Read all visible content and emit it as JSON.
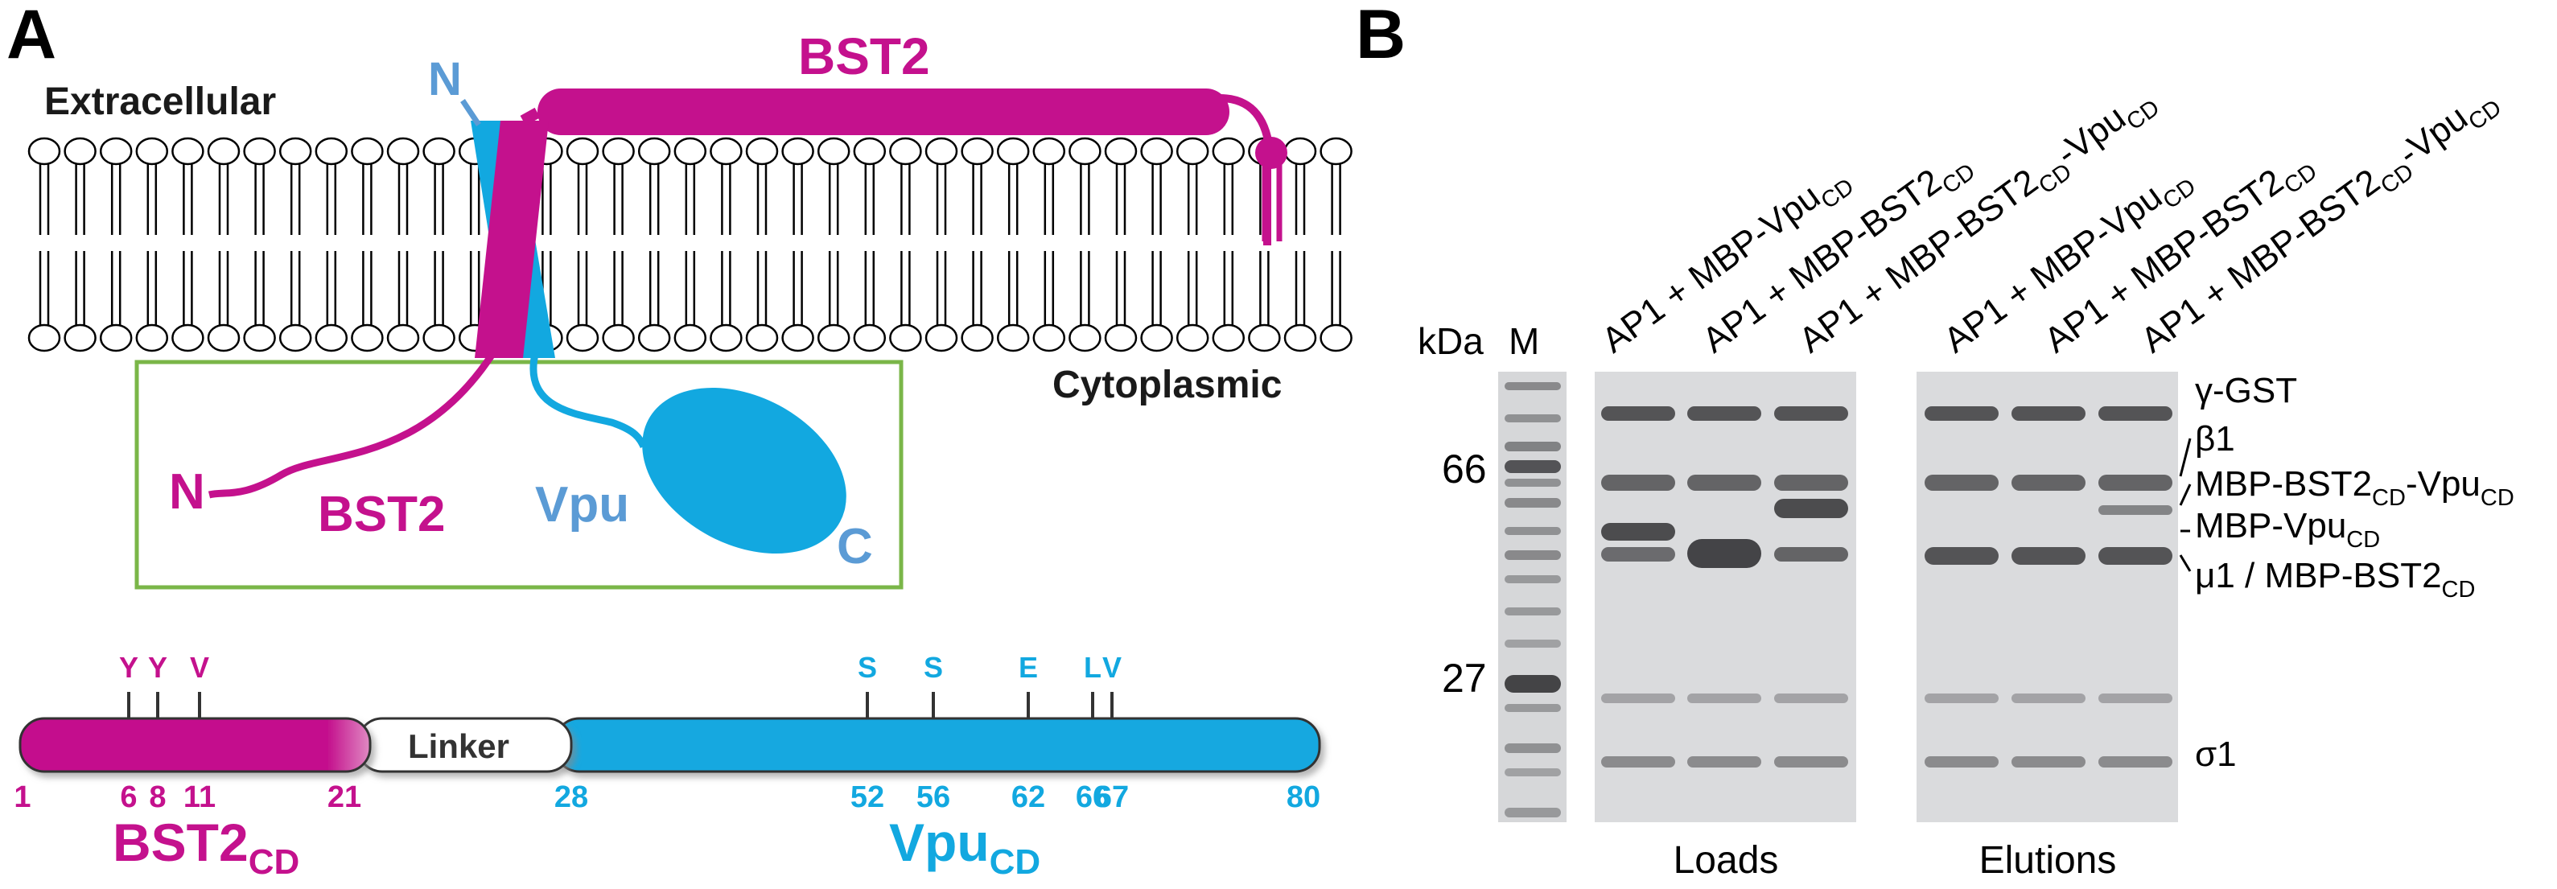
{
  "colors": {
    "bst2": "#c4118d",
    "vpu": "#12a8e0",
    "vpu_label": "#5b9bd5",
    "box": "#7ab648",
    "gel_bg": "#d9dadc",
    "band": "#3c3c3e"
  },
  "panel_a": {
    "label": "A",
    "extracellular": "Extracellular",
    "cytoplasmic": "Cytoplasmic",
    "bst2_top": "BST2",
    "n_top": "N",
    "n_left": "N",
    "bst2_inset": "BST2",
    "vpu_inset": "Vpu",
    "c_inset": "C",
    "domain_bar": {
      "linker": "Linker",
      "bst2_residues": [
        {
          "letter": "Y",
          "pos": "6"
        },
        {
          "letter": "Y",
          "pos": "8"
        },
        {
          "letter": "V",
          "pos": "11"
        }
      ],
      "vpu_residues": [
        {
          "letter": "S",
          "pos": "52"
        },
        {
          "letter": "S",
          "pos": "56"
        },
        {
          "letter": "E",
          "pos": "62"
        },
        {
          "letter": "L",
          "pos": "66"
        },
        {
          "letter": "V",
          "pos": "67"
        }
      ],
      "num_1": "1",
      "num_21": "21",
      "num_28": "28",
      "num_80": "80",
      "bst2_cd_main": "BST2",
      "bst2_cd_sub": "CD",
      "vpu_cd_main": "Vpu",
      "vpu_cd_sub": "CD"
    }
  },
  "panel_b": {
    "label": "B",
    "kda": "kDa",
    "marker": "M",
    "mw_66": "66",
    "mw_27": "27",
    "loads": "Loads",
    "elutions": "Elutions",
    "lanes": [
      {
        "prefix": "AP1 + MBP-Vpu",
        "sub1": "CD",
        "mid": "",
        "sub2": ""
      },
      {
        "prefix": "AP1 + MBP-BST2",
        "sub1": "CD",
        "mid": "",
        "sub2": ""
      },
      {
        "prefix": "AP1 + MBP-BST2",
        "sub1": "CD",
        "mid": "-Vpu",
        "sub2": "CD"
      },
      {
        "prefix": "AP1 + MBP-Vpu",
        "sub1": "CD",
        "mid": "",
        "sub2": ""
      },
      {
        "prefix": "AP1 + MBP-BST2",
        "sub1": "CD",
        "mid": "",
        "sub2": ""
      },
      {
        "prefix": "AP1 + MBP-BST2",
        "sub1": "CD",
        "mid": "-Vpu",
        "sub2": "CD"
      }
    ],
    "band_labels": [
      {
        "pre": "γ-GST",
        "s1": "",
        "mid": "",
        "s2": ""
      },
      {
        "pre": "β1",
        "s1": "",
        "mid": "",
        "s2": ""
      },
      {
        "pre": "MBP-BST2",
        "s1": "CD",
        "mid": "-Vpu",
        "s2": "CD"
      },
      {
        "pre": "MBP-Vpu",
        "s1": "CD",
        "mid": "",
        "s2": ""
      },
      {
        "pre": "μ1 / MBP-BST2",
        "s1": "CD",
        "mid": "",
        "s2": ""
      },
      {
        "pre": "σ1",
        "s1": "",
        "mid": "",
        "s2": ""
      }
    ]
  }
}
